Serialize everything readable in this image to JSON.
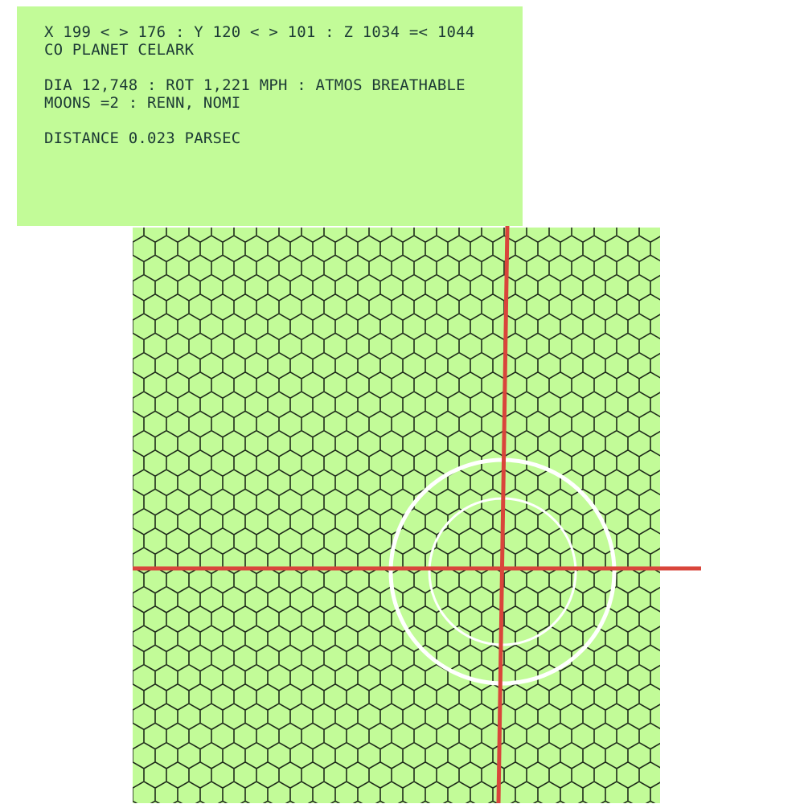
{
  "colors": {
    "panel_bg": "#c2fb98",
    "panel_text": "#1c3a35",
    "grid_bg": "#c2fb98",
    "hex_stroke": "#1e2a1a",
    "crosshair": "#d9453b",
    "rings": "#ffffff"
  },
  "info": {
    "coords": "X 199 < > 176 : Y 120 < > 101 : Z 1034 =< 1044",
    "planet": "CO PLANET CELARK",
    "physical": "DIA 12,748 : ROT 1,221 MPH : ATMOS BREATHABLE",
    "moons": "MOONS =2 : RENN, NOMI",
    "distance": "DISTANCE 0.023 PARSEC"
  },
  "map": {
    "grid_icon": "hex-grid-icon",
    "crosshair_icon": "crosshair-icon",
    "target_icon": "target-rings-icon"
  }
}
